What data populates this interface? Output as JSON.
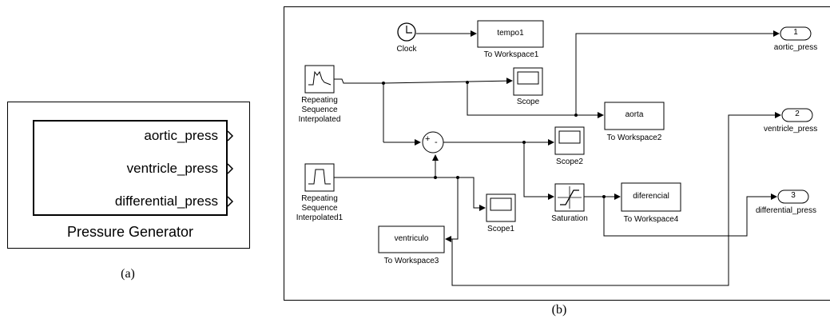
{
  "panel_a": {
    "ports": [
      "aortic_press",
      "ventricle_press",
      "differential_press"
    ],
    "block_name": "Pressure Generator",
    "caption": "(a)"
  },
  "panel_b": {
    "caption": "(b)",
    "clock": "Clock",
    "tempo": "tempo1",
    "to_ws1": "To Workspace1",
    "rep_seq": [
      "Repeating",
      "Sequence",
      "Interpolated"
    ],
    "rep_seq1": [
      "Repeating",
      "Sequence",
      "Interpolated1"
    ],
    "scope": "Scope",
    "scope1": "Scope1",
    "scope2": "Scope2",
    "aorta": "aorta",
    "to_ws2": "To Workspace2",
    "saturation": "Saturation",
    "diferencial": "diferencial",
    "to_ws4": "To Workspace4",
    "ventriculo": "ventriculo",
    "to_ws3": "To Workspace3",
    "sum_signs": [
      "+",
      "-"
    ],
    "out_ports": [
      {
        "num": "1",
        "name": "aortic_press"
      },
      {
        "num": "2",
        "name": "ventricle_press"
      },
      {
        "num": "3",
        "name": "differential_press"
      }
    ]
  }
}
